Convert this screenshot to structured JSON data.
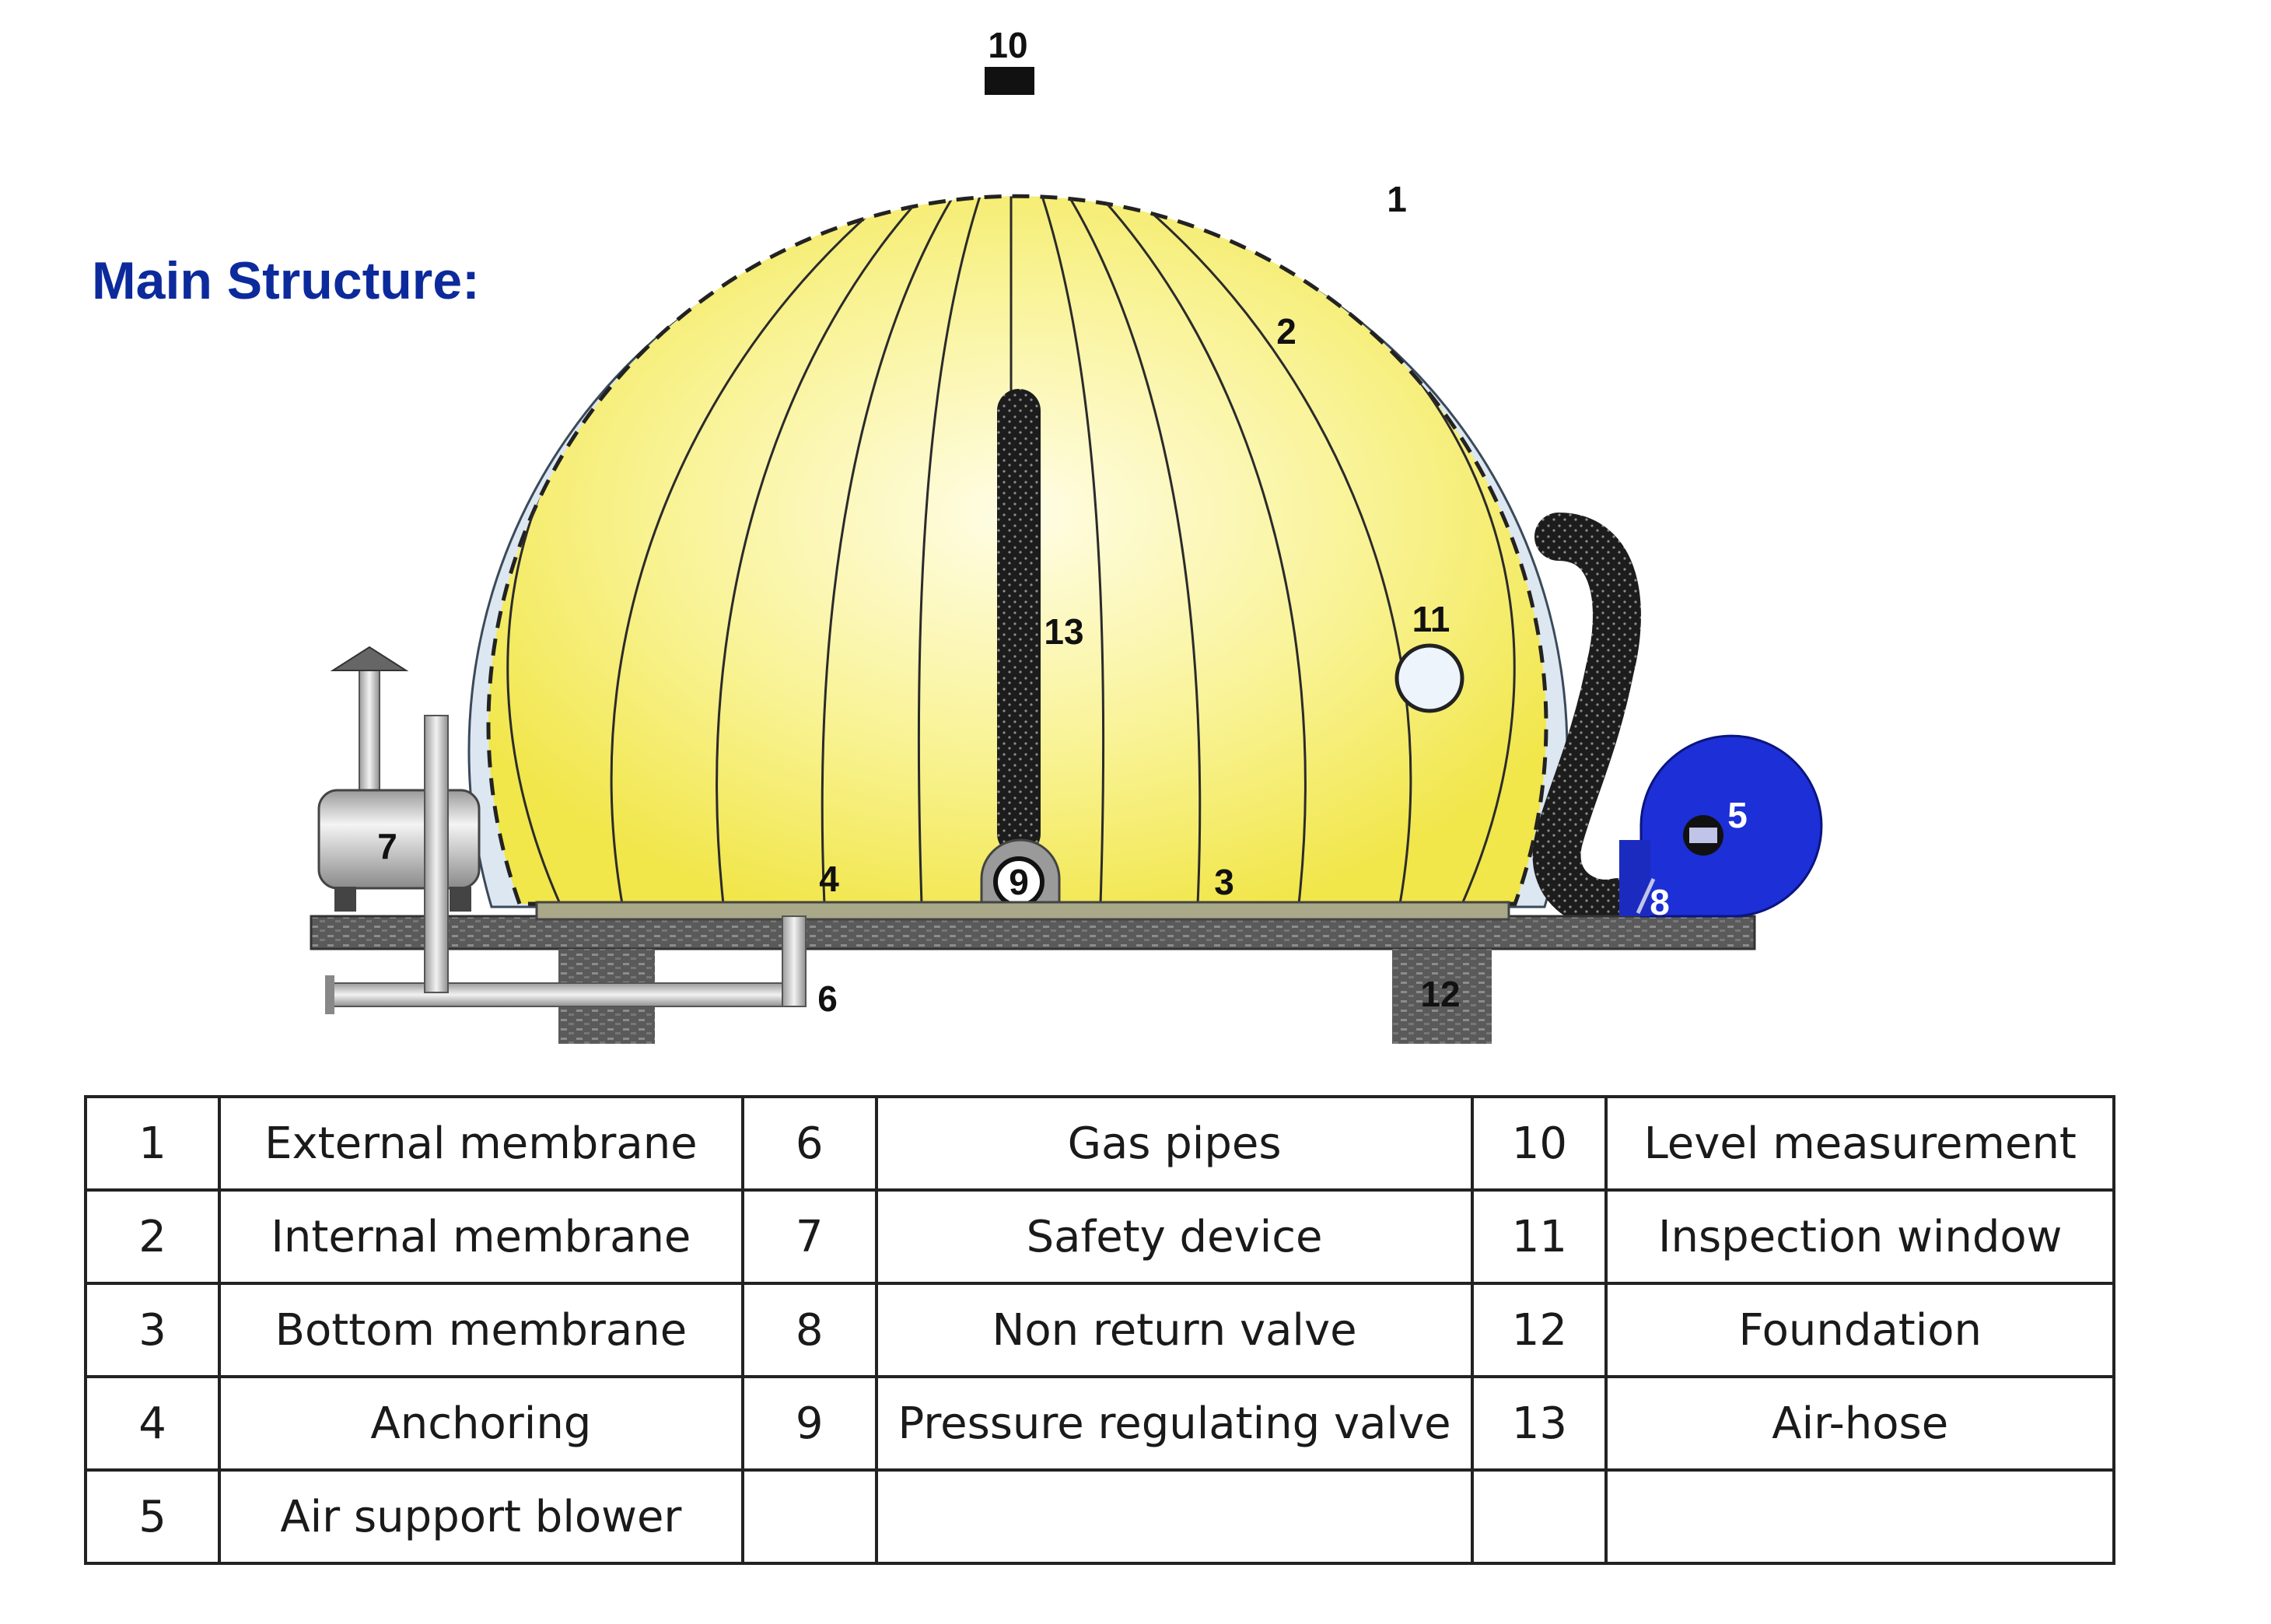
{
  "heading": {
    "title": "Main Structure",
    "colon": ":"
  },
  "callouts": {
    "c1": "1",
    "c2": "2",
    "c3": "3",
    "c4": "4",
    "c5": "5",
    "c6": "6",
    "c7": "7",
    "c8": "8",
    "c9": "9",
    "c10": "10",
    "c11": "11",
    "c12": "12",
    "c13": "13"
  },
  "legend": {
    "rows": [
      [
        {
          "num": "1",
          "name": "External membrane"
        },
        {
          "num": "6",
          "name": "Gas pipes"
        },
        {
          "num": "10",
          "name": "Level measurement"
        }
      ],
      [
        {
          "num": "2",
          "name": "Internal membrane"
        },
        {
          "num": "7",
          "name": "Safety device"
        },
        {
          "num": "11",
          "name": "Inspection window"
        }
      ],
      [
        {
          "num": "3",
          "name": "Bottom membrane"
        },
        {
          "num": "8",
          "name": "Non return valve"
        },
        {
          "num": "12",
          "name": "Foundation"
        }
      ],
      [
        {
          "num": "4",
          "name": "Anchoring"
        },
        {
          "num": "9",
          "name": "Pressure regulating valve"
        },
        {
          "num": "13",
          "name": "Air-hose"
        }
      ],
      [
        {
          "num": "5",
          "name": "Air support blower"
        },
        {
          "num": "",
          "name": ""
        },
        {
          "num": "",
          "name": ""
        }
      ]
    ]
  },
  "colors": {
    "heading": "#0d2a9c",
    "inner_membrane": "#f4ee6a",
    "outer_membrane": "#d6e2ee",
    "blower": "#1d2fd6",
    "base": "#555555"
  }
}
